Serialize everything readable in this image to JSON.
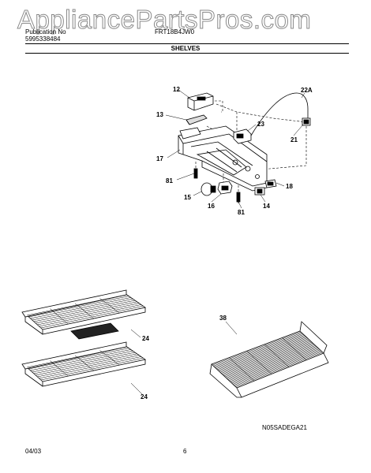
{
  "watermark": "AppliancePartsPros.com",
  "header": {
    "pub_label": "Publication No",
    "pub_number": "5995338484",
    "model": "FRT18B4JW0",
    "section_title": "SHELVES"
  },
  "callouts": {
    "c12": "12",
    "c13": "13",
    "c17": "17",
    "c81a": "81",
    "c15": "15",
    "c16": "16",
    "c81b": "81",
    "c14": "14",
    "c18": "18",
    "c23": "23",
    "c21": "21",
    "c22a": "22A",
    "c24a": "24",
    "c24b": "24",
    "c38": "38"
  },
  "diagram_code": "N05SADEGA21",
  "footer": {
    "date": "04/03",
    "page": "6"
  }
}
